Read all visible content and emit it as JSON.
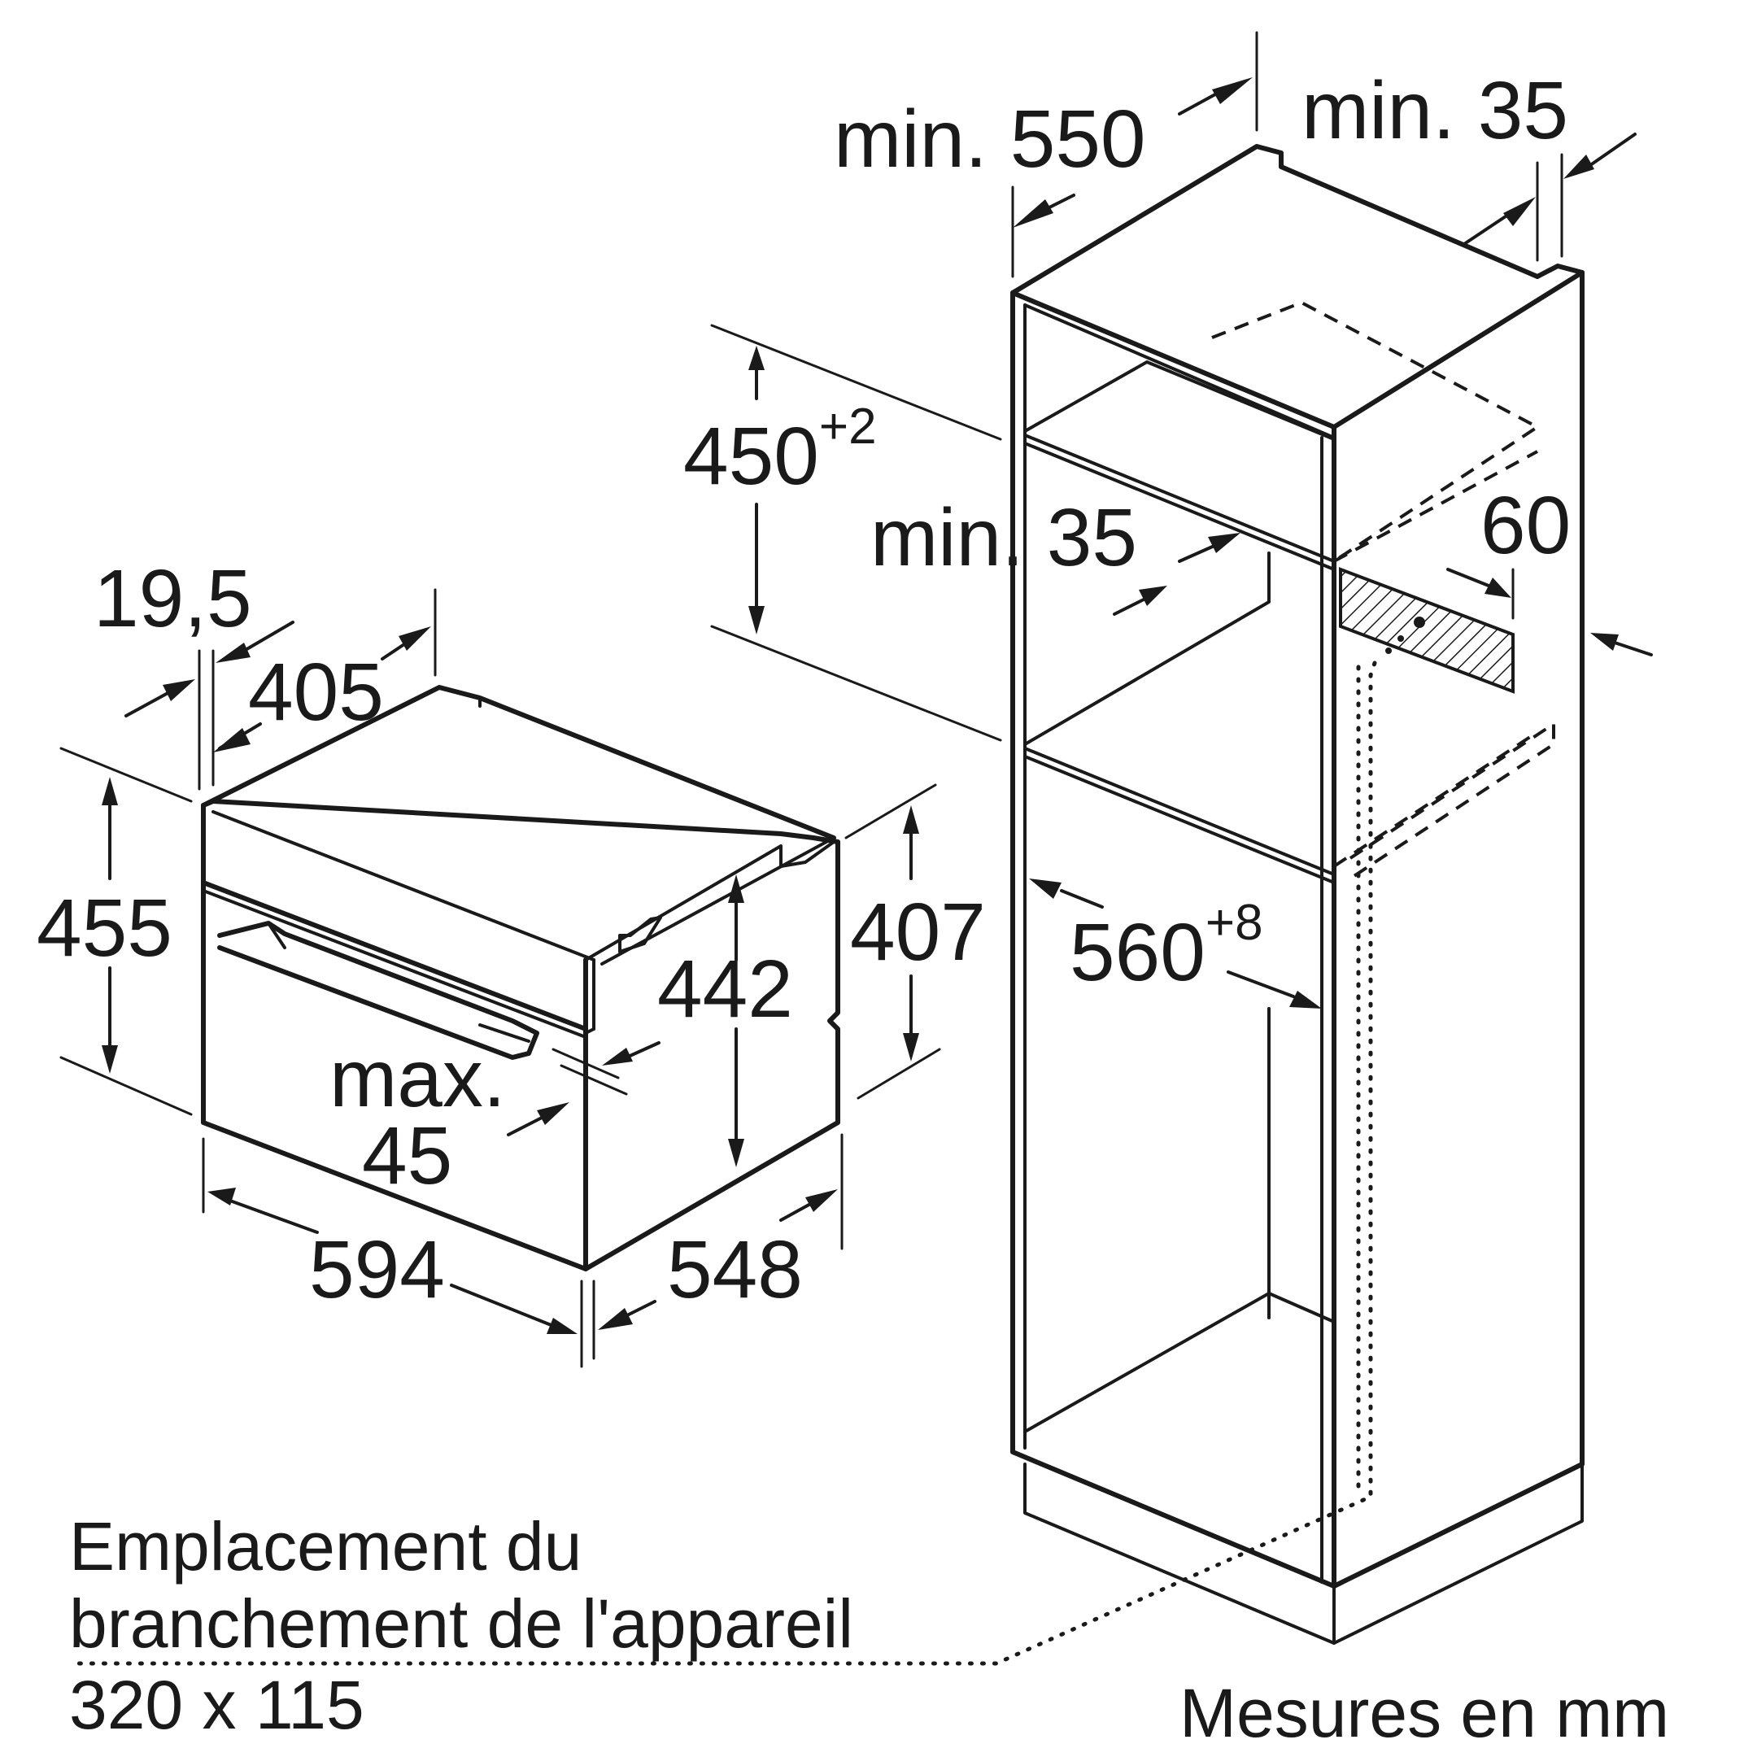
{
  "dimensions": {
    "niche_depth": "min. 550",
    "top_gap": "min. 35",
    "niche_height": "450",
    "niche_height_tol": "+2",
    "vent_gap": "min. 35",
    "vent_depth": "60",
    "niche_width": "560",
    "niche_width_tol": "+8",
    "panel_thickness": "19,5",
    "appliance_depth_body": "405",
    "appliance_height": "455",
    "body_height": "407",
    "door_height": "442",
    "handle_line1": "max.",
    "handle_line2": "45",
    "appliance_width": "594",
    "appliance_depth": "548"
  },
  "connection_note": {
    "line1": "Emplacement du",
    "line2": "branchement de l'appareil",
    "line3": "320 x 115"
  },
  "units_note": "Mesures en mm"
}
